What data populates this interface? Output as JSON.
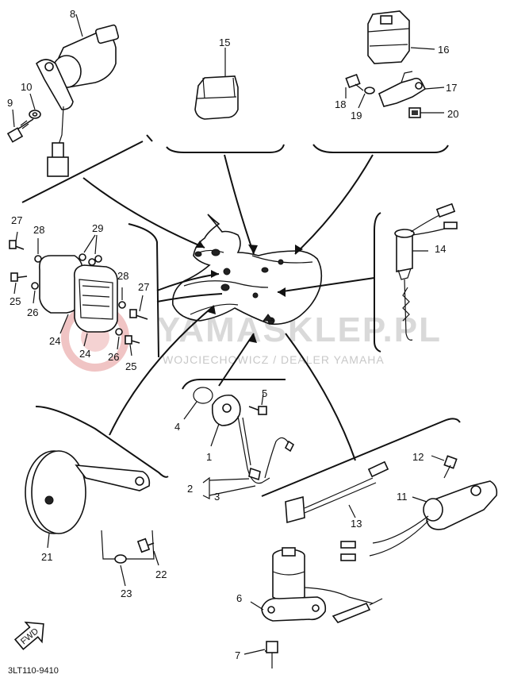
{
  "watermark": {
    "brand": "YAMASKLEP.PL",
    "dealer": "WOJCIECHOWICZ / DEALER YAMAHA"
  },
  "diagram_code": "3LT110-9410",
  "front_arrow_label": "FWD",
  "callouts": {
    "c1": "1",
    "c2": "2",
    "c3": "3",
    "c4": "4",
    "c5": "5",
    "c6": "6",
    "c7": "7",
    "c8": "8",
    "c9": "9",
    "c10": "10",
    "c11": "11",
    "c12": "12",
    "c13": "13",
    "c14": "14",
    "c15": "15",
    "c16": "16",
    "c17": "17",
    "c18": "18",
    "c19": "19",
    "c20": "20",
    "c21": "21",
    "c22": "22",
    "c23": "23",
    "c24a": "24",
    "c24b": "24",
    "c25a": "25",
    "c25b": "25",
    "c26a": "26",
    "c26b": "26",
    "c27a": "27",
    "c27b": "27",
    "c28a": "28",
    "c28b": "28",
    "c29": "29"
  }
}
